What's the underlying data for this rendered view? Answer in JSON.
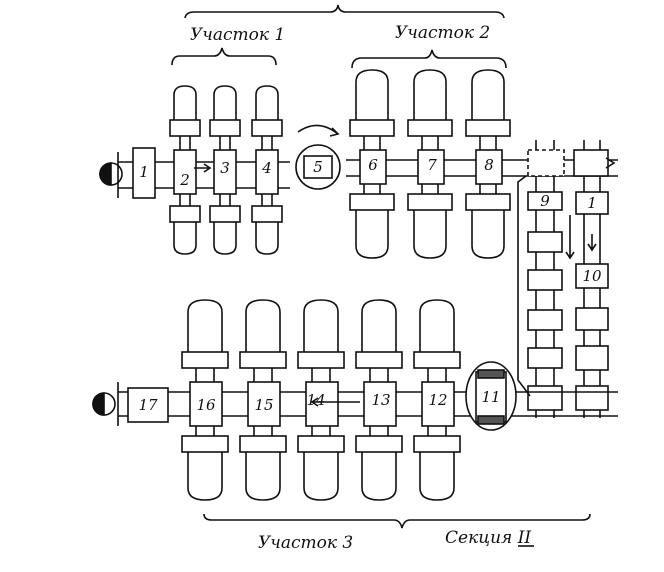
{
  "labels": {
    "section1": "Участок 1",
    "section2": "Участок 2",
    "section3": "Участок 3",
    "section_main": "Секция II"
  },
  "stations": {
    "s1": "1",
    "s2": "2",
    "s3": "3",
    "s4": "4",
    "s5": "5",
    "s6": "6",
    "s7": "7",
    "s8": "8",
    "s9": "9",
    "s10": "10",
    "s11": "11",
    "s12": "12",
    "s13": "13",
    "s14": "14",
    "s15": "15",
    "s16": "16",
    "s17": "17",
    "s1b": "1"
  }
}
